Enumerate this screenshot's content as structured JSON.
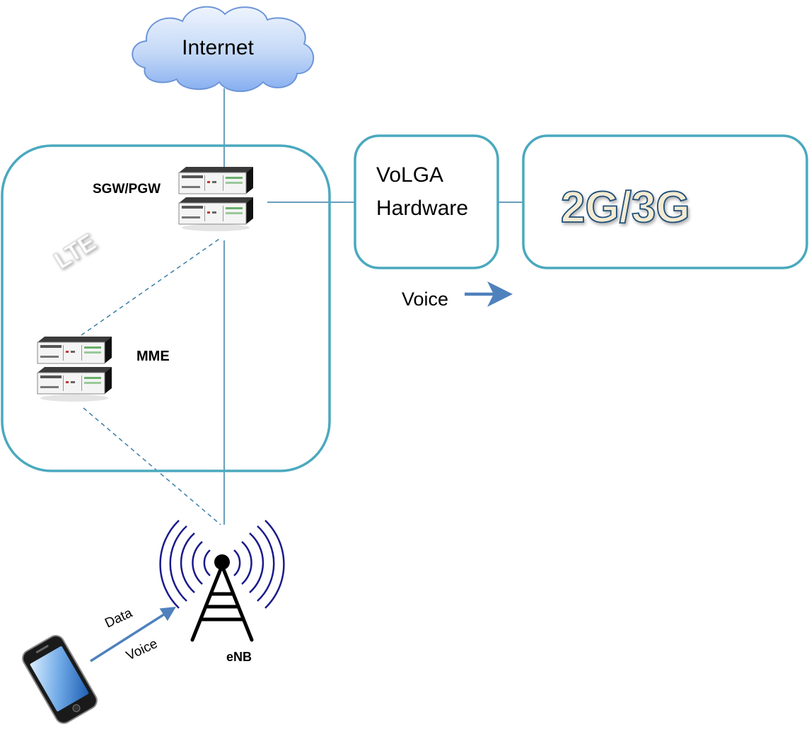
{
  "labels": {
    "internet": "Internet",
    "sgw_pgw": "SGW/PGW",
    "lte": "LTE",
    "mme": "MME",
    "volga_line1": "VoLGA",
    "volga_line2": "Hardware",
    "legacy": "2G/3G",
    "voice_flow": "Voice",
    "phone_data": "Data",
    "phone_voice": "Voice",
    "enb": "eNB"
  },
  "colors": {
    "box_border": "#4aa9be",
    "link_line": "#3a7fa6",
    "arrow": "#4f81bd",
    "cloud_top": "#e8f1fc",
    "cloud_bottom": "#8fb6ee",
    "antenna_waves": "#1a1a8c",
    "legacy_text_fill": "#f3ebd2",
    "legacy_text_stroke": "#1f4e79"
  },
  "icons": {
    "cloud": "cloud-icon",
    "server": "server-icon",
    "antenna": "antenna-tower-icon",
    "phone": "smartphone-icon"
  }
}
